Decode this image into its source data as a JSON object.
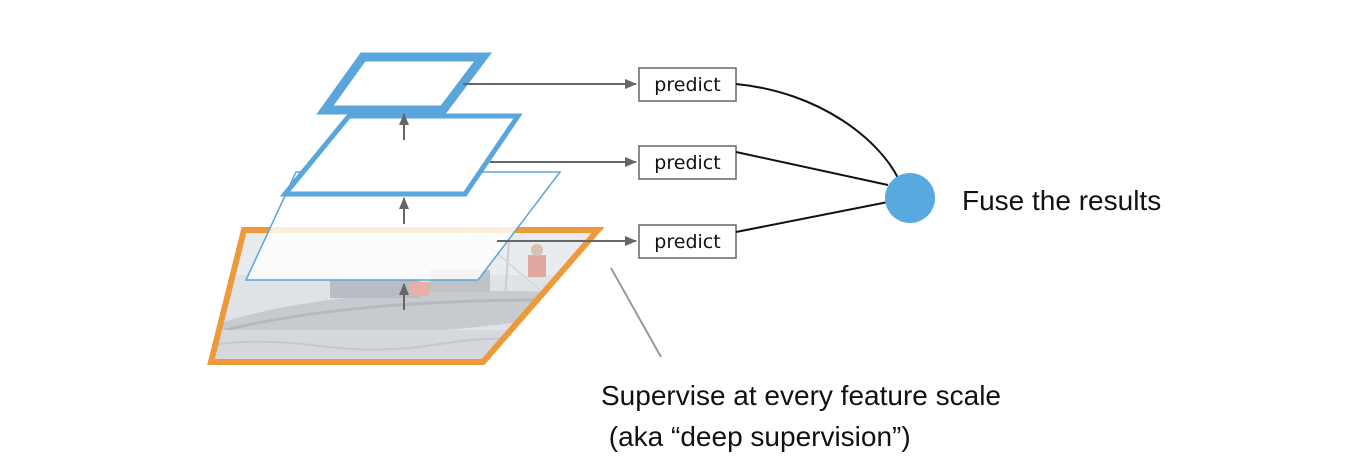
{
  "predict_labels": [
    "predict",
    "predict",
    "predict"
  ],
  "fuse_label": "Fuse the results",
  "supervision_note": {
    "line1": "Supervise at every feature scale",
    "line2": " (aka “deep supervision”)"
  },
  "colors": {
    "feature_blue": "#5aa5dc",
    "input_orange": "#ef9a3a",
    "fuse_node": "#58a9e0",
    "arrow_gray": "#666666",
    "connector": "#111111"
  },
  "icons": {
    "input_image": "sailboat-photo"
  }
}
